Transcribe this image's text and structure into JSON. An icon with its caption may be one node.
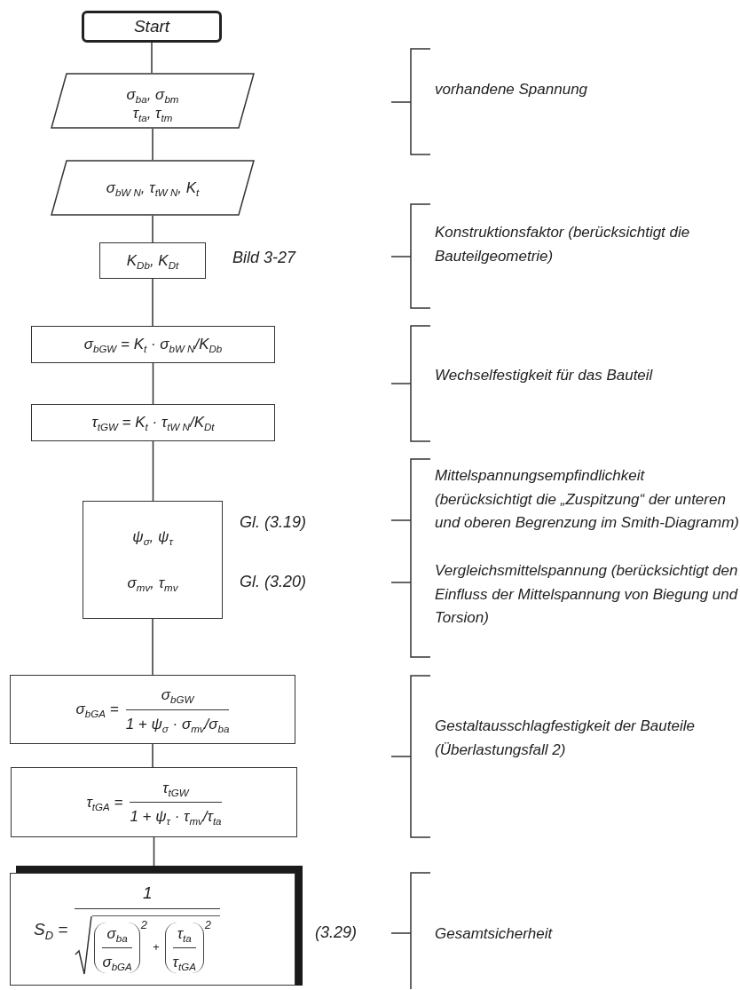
{
  "diagram": {
    "nodes": [
      {
        "text": [
          "Start"
        ]
      },
      {
        "text": [
          "σ$_{ba}$, σ$_{bm}$",
          "τ$_{ta}$, τ$_{tm}$"
        ]
      },
      {
        "text": [
          "σ$_{bW N}$, τ$_{tW N}$, K$_{t}$"
        ]
      },
      {
        "text": [
          "K$_{Db}$, K$_{Dt}$"
        ],
        "beside": [
          "Bild 3-27"
        ]
      },
      {
        "text": [
          "σ$_{bGW}$ = K$_{t}$ · σ$_{bW N}$/K$_{Db}$"
        ]
      },
      {
        "text": [
          "τ$_{tGW}$ = K$_{t}$ · τ$_{tW N}$/K$_{Dt}$"
        ]
      },
      {
        "text": [
          "ψ$_{σ}$, ψ$_{τ}$",
          "σ$_{mv}$, τ$_{mv}$"
        ],
        "beside": [
          "Gl. (3.19)",
          "Gl. (3.20)"
        ]
      },
      {
        "text": [
          "σ$_{bGA}$ =",
          "σ$_{bGW}$",
          "1 + ψ$_{σ}$ · σ$_{mv}$/σ$_{ba}$"
        ]
      },
      {
        "text": [
          "τ$_{tGA}$ =",
          "τ$_{tGW}$",
          "1 + ψ$_{τ}$ · τ$_{mv}$/τ$_{ta}$"
        ]
      },
      {
        "text": [
          "S$_{D}$ =",
          "1",
          "σ$_{ba}$",
          "σ$_{bGA}$",
          "2",
          "+",
          "τ$_{ta}$",
          "τ$_{tGA}$",
          "2"
        ],
        "beside": [
          "(3.29)"
        ]
      }
    ],
    "edges": [
      {
        "from": 0,
        "to": 1,
        "arrow": "none"
      },
      {
        "from": 1,
        "to": 2,
        "arrow": "none"
      },
      {
        "from": 2,
        "to": 3,
        "arrow": "none"
      },
      {
        "from": 3,
        "to": 4,
        "arrow": "none"
      },
      {
        "from": 4,
        "to": 5,
        "arrow": "none"
      },
      {
        "from": 5,
        "to": 6,
        "arrow": "none"
      },
      {
        "from": 6,
        "to": 7,
        "arrow": "none"
      },
      {
        "from": 7,
        "to": 8,
        "arrow": "none"
      },
      {
        "from": 8,
        "to": 9,
        "arrow": "none"
      }
    ],
    "labels": [
      "vorhandene Spannung",
      "Konstruktionsfaktor (berücksichtigt die Bauteilgeometrie)",
      "Wechselfestigkeit für das Bauteil",
      "Mittelspannungsempfindlichkeit (berücksichtigt die „Zuspitzung“ der unteren und oberen Begrenzung im Smith-Diagramm)",
      "Vergleichsmittelspannung (berücksichtigt den Einfluss der Mittelspannung von Biegung und Torsion)",
      "Gestaltausschlagfestigkeit der Bauteile (Überlastungsfall 2)",
      "Gesamtsicherheit"
    ]
  }
}
